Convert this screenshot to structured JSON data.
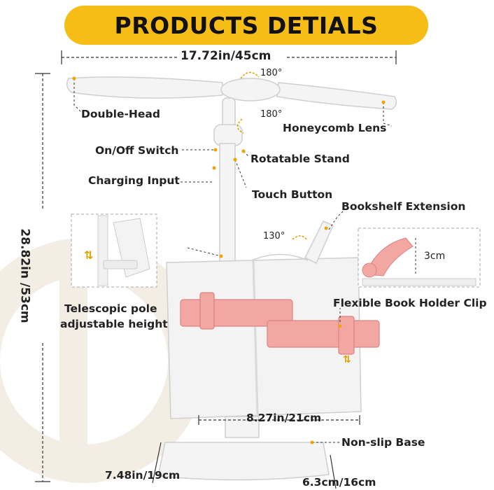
{
  "header": {
    "title": "PRODUCTS DETIALS"
  },
  "dimensions": {
    "width": "17.72in/45cm",
    "height": "28.82in /53cm",
    "holder_width": "8.27in/21cm",
    "base_depth": "7.48in/19cm",
    "base_width": "6.3cm/16cm",
    "clip_gap": "3cm"
  },
  "angles": {
    "head_top": "180°",
    "head_side": "180°",
    "shelf": "130°"
  },
  "labels": {
    "double_head": "Double-Head",
    "honeycomb_lens": "Honeycomb Lens",
    "on_off_switch": "On/Off Switch",
    "rotatable_stand": "Rotatable Stand",
    "charging_input": "Charging Input",
    "touch_button": "Touch Button",
    "bookshelf_extension": "Bookshelf Extension",
    "telescopic_line1": "Telescopic pole",
    "telescopic_line2": "adjustable height",
    "flexible_clip": "Flexible Book Holder Clip",
    "non_slip_base": "Non-slip Base"
  },
  "colors": {
    "banner": "#f6bd16",
    "clip": "#f2a7a3",
    "device": "#f2f2f2",
    "dot": "#f0a500",
    "watermark": "#f3ede3"
  }
}
